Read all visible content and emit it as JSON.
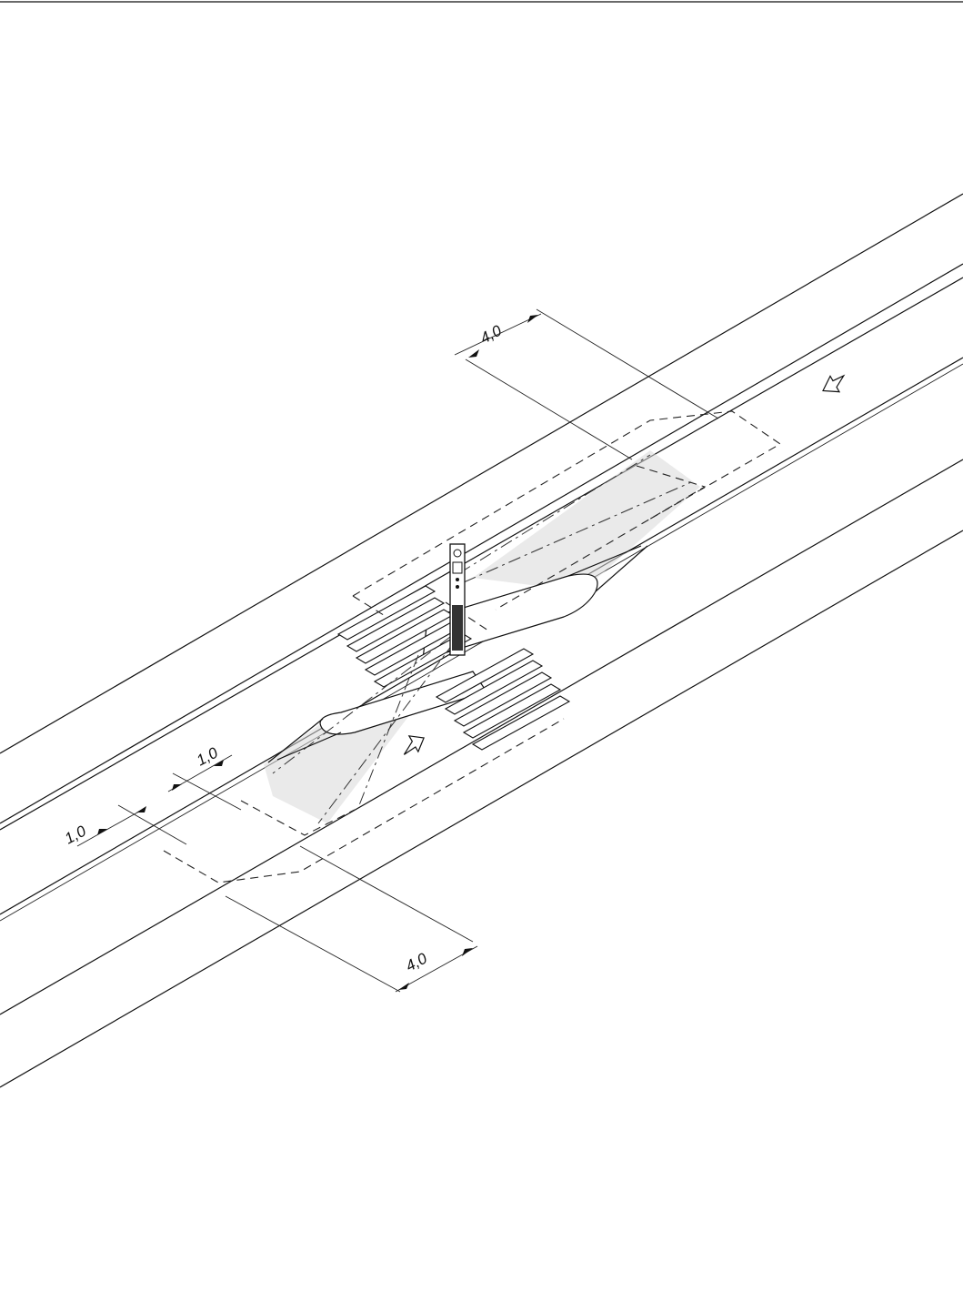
{
  "drawing": {
    "dimensions": {
      "top_width": "4,0",
      "bottom_width": "4,0",
      "offset_outer": "1,0",
      "offset_inner": "1,0"
    }
  }
}
